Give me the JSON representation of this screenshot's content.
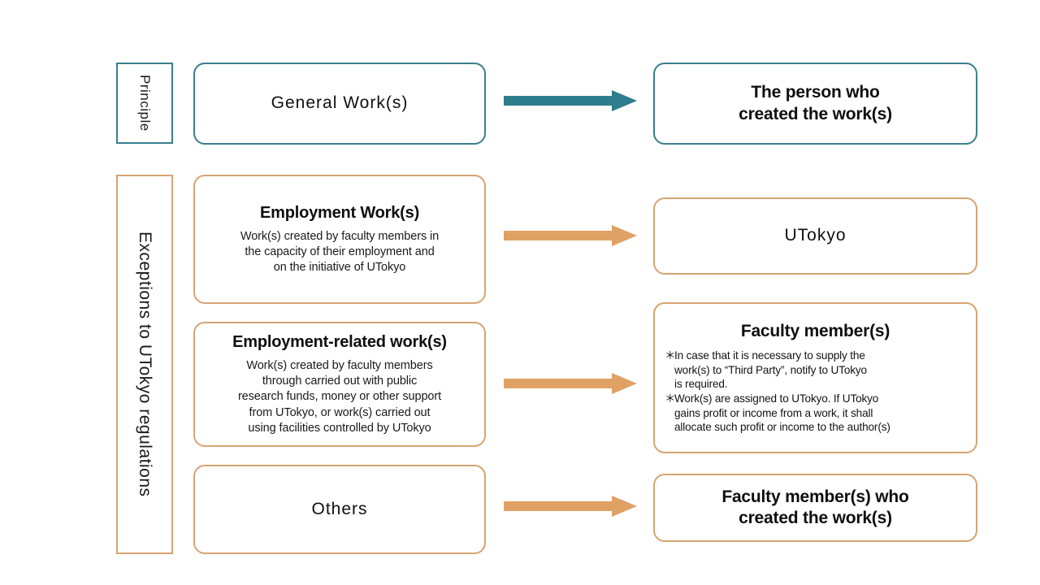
{
  "colors": {
    "teal": "#3a7e8e",
    "orange": "#d6a472",
    "arrow_teal": "#2e7d8c",
    "arrow_orange": "#e0a164",
    "background": "#ffffff",
    "text": "#111111"
  },
  "categories": {
    "principle": "Principle",
    "exceptions": "Exceptions to UTokyo regulations"
  },
  "rows": [
    {
      "source_title": "General Work(s)",
      "source_desc": "",
      "arrow": "arrow-right-teal",
      "target_title": "The person who\ncreated the work(s)"
    },
    {
      "source_title": "Employment Work(s)",
      "source_desc": "Work(s) created by faculty members in the capacity of their employment and on the initiative of UTokyo",
      "arrow": "arrow-right-orange",
      "target_title": "UTokyo"
    },
    {
      "source_title": "Employment-related work(s)",
      "source_desc": "Work(s) created by faculty members through carried out with public research funds, money or other support from UTokyo, or work(s) carried out using facilities controlled by UTokyo",
      "arrow": "arrow-right-orange",
      "target_title": "Faculty member(s)"
    },
    {
      "source_title": "Others",
      "source_desc": "",
      "arrow": "arrow-right-orange",
      "target_title": "Faculty member(s) who\ncreated the work(s)"
    }
  ],
  "boxes": {
    "general_work": "General Work(s)",
    "person_who_created_line1": "The person who",
    "person_who_created_line2": "created the work(s)",
    "employment_work_title": "Employment Work(s)",
    "employment_work_desc_line1": "Work(s) created by faculty members in",
    "employment_work_desc_line2": "the capacity of their employment and",
    "employment_work_desc_line3": "on the initiative of UTokyo",
    "utokyo": "UTokyo",
    "employment_related_title": "Employment-related work(s)",
    "employment_related_desc_line1": "Work(s) created by faculty members",
    "employment_related_desc_line2": "through carried out with public",
    "employment_related_desc_line3": "research funds, money or other support",
    "employment_related_desc_line4": "from UTokyo, or work(s) carried out",
    "employment_related_desc_line5": "using facilities controlled by UTokyo",
    "faculty_member_title": "Faculty member(s)",
    "faculty_note_star": "＊",
    "faculty_note_1_line1": "In case that it is necessary to supply the",
    "faculty_note_1_line2": "work(s) to “Third Party”, notify to UTokyo",
    "faculty_note_1_line3": "is required.",
    "faculty_note_2_line1": "Work(s) are assigned to UTokyo. If UTokyo",
    "faculty_note_2_line2": "gains profit or income from a work, it shall",
    "faculty_note_2_line3": "allocate such profit or income to the author(s)",
    "others": "Others",
    "faculty_who_created_line1": "Faculty member(s) who",
    "faculty_who_created_line2": "created the work(s)"
  },
  "icons": {
    "arrow_1": "arrow-right-icon",
    "arrow_2": "arrow-right-icon",
    "arrow_3": "arrow-right-icon",
    "arrow_4": "arrow-right-icon"
  }
}
